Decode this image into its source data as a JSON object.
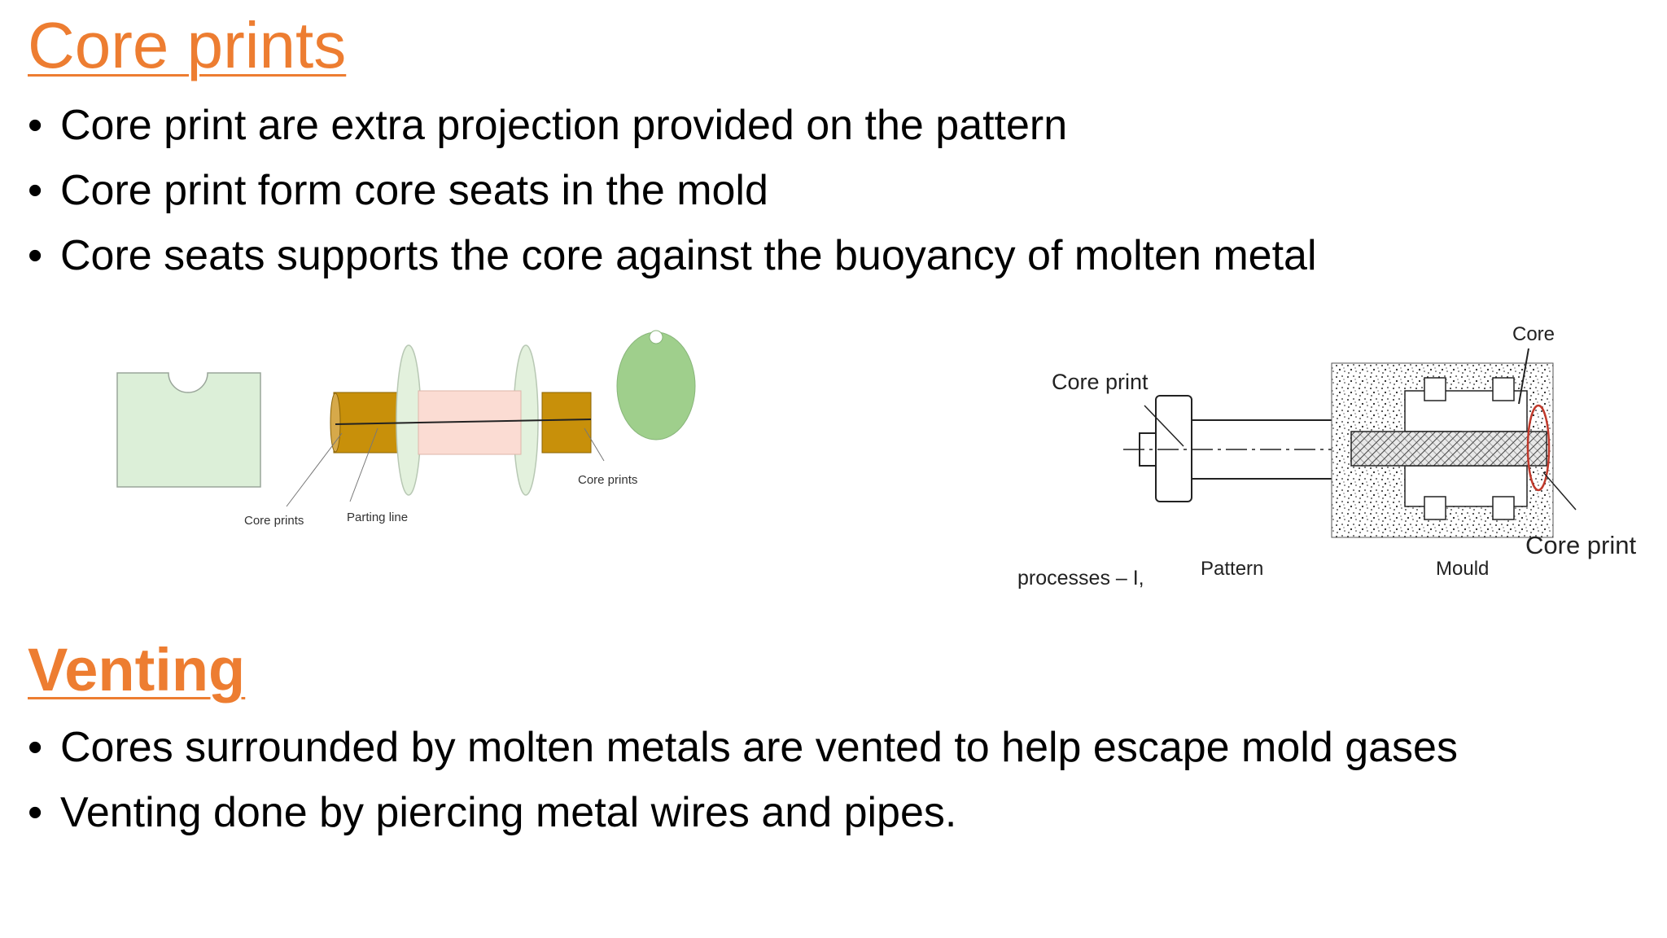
{
  "theme": {
    "accent": "#ED7D31",
    "text": "#000000"
  },
  "section1": {
    "title": "Core prints",
    "bullets": [
      "Core print are extra projection provided on the pattern",
      "Core print form core seats in the mold",
      "Core seats supports the core against the buoyancy of molten metal"
    ]
  },
  "figure_left": {
    "labels": {
      "core_prints_left": "Core prints",
      "parting_line": "Parting line",
      "core_prints_right": "Core prints"
    }
  },
  "figure_right": {
    "labels": {
      "core_top": "Core",
      "core_print_top": "Core print",
      "core_print_right": "Core print",
      "pattern": "Pattern",
      "mould": "Mould",
      "processes": "processes – I,"
    }
  },
  "section2": {
    "title": "Venting",
    "bullets": [
      "Cores surrounded by molten metals are vented to help escape mold gases",
      "Venting done by piercing metal wires and pipes."
    ]
  },
  "bullet_glyph": "•"
}
